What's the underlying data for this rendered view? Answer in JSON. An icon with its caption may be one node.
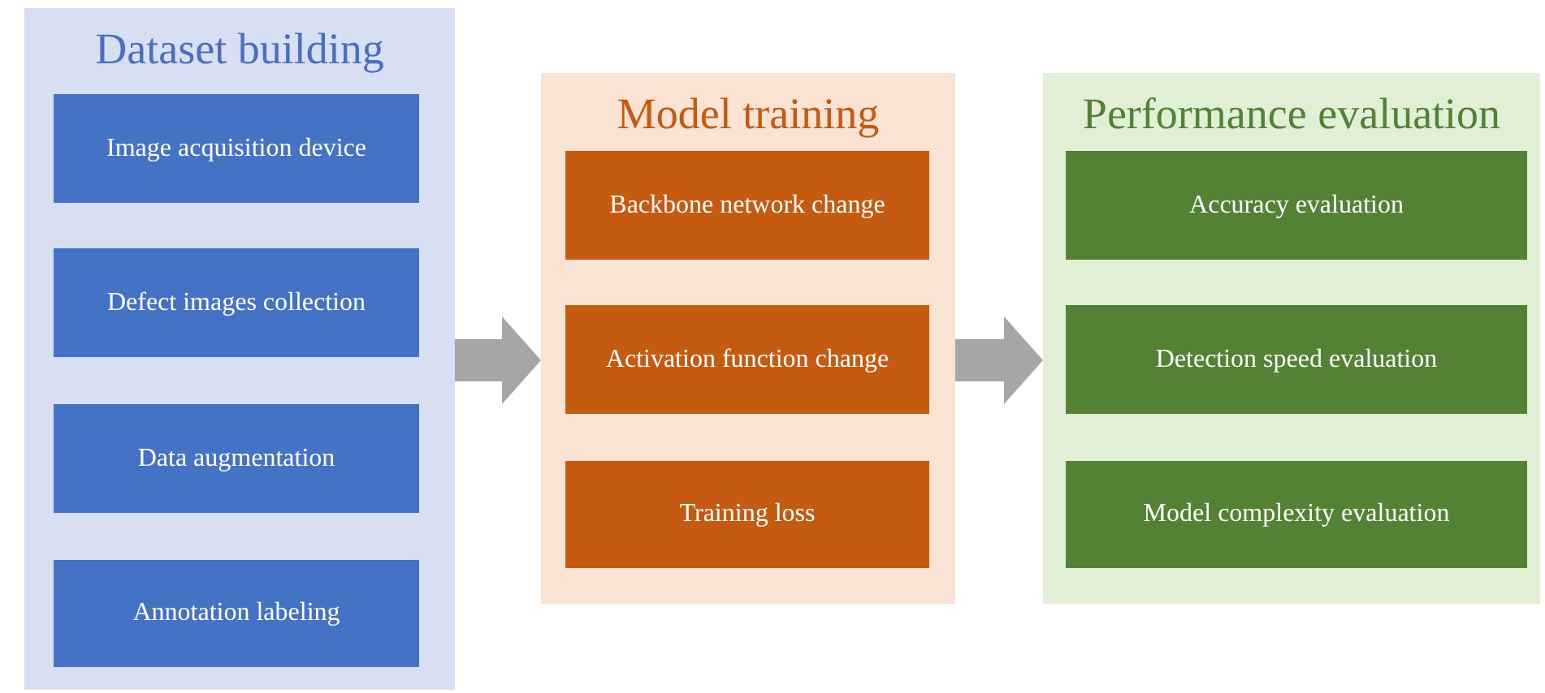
{
  "diagram": {
    "nodes": [
      {
        "text": [
          "Dataset building"
        ]
      },
      {
        "text": [
          "Image acquisition device"
        ],
        "in": 0
      },
      {
        "text": [
          "Defect images collection"
        ],
        "in": 0
      },
      {
        "text": [
          "Data augmentation"
        ],
        "in": 0
      },
      {
        "text": [
          "Annotation labeling"
        ],
        "in": 0
      },
      {
        "text": [
          "Model training"
        ]
      },
      {
        "text": [
          "Backbone network change"
        ],
        "in": 5
      },
      {
        "text": [
          "Activation function change"
        ],
        "in": 5
      },
      {
        "text": [
          "Training loss"
        ],
        "in": 5
      },
      {
        "text": [
          "Performance evaluation"
        ]
      },
      {
        "text": [
          "Accuracy evaluation"
        ],
        "in": 9
      },
      {
        "text": [
          "Detection speed evaluation"
        ],
        "in": 9
      },
      {
        "text": [
          "Model complexity evaluation"
        ],
        "in": 9
      }
    ],
    "edges": [
      {
        "from": 0,
        "to": 5,
        "arrow": "to"
      },
      {
        "from": 5,
        "to": 9,
        "arrow": "to"
      }
    ]
  }
}
